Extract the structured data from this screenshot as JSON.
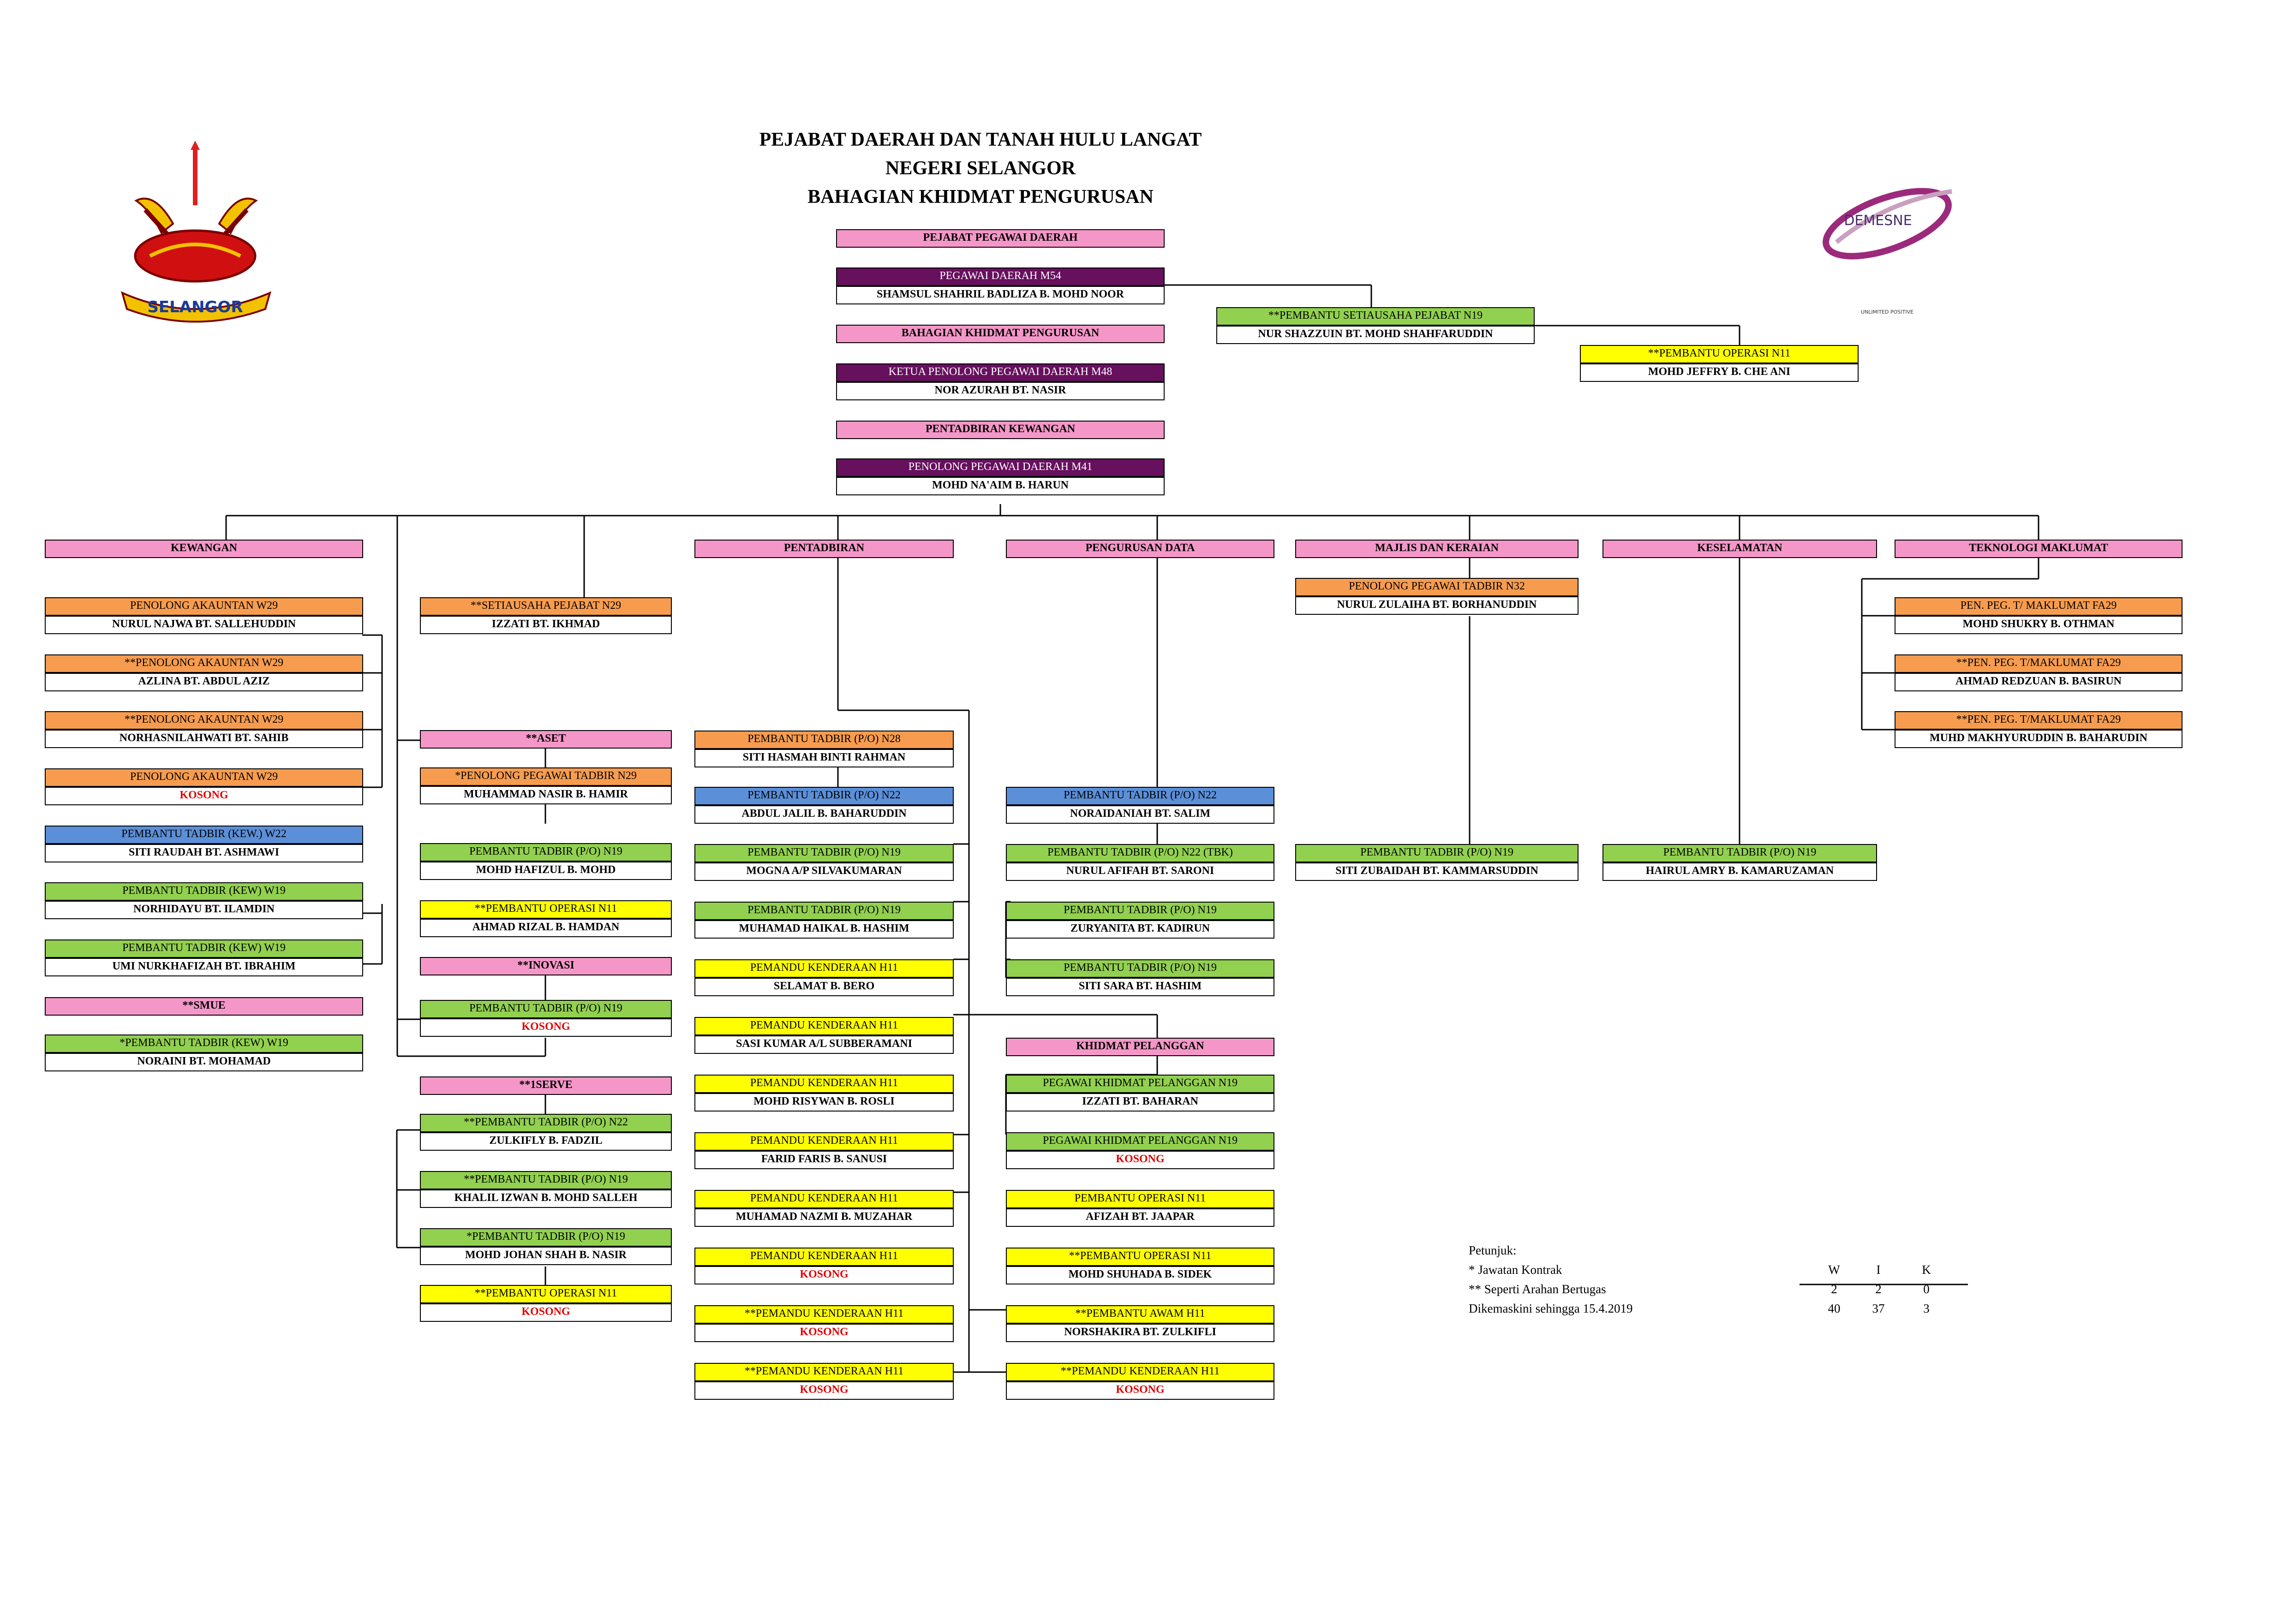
{
  "title": {
    "line1": "PEJABAT DAERAH DAN TANAH HULU LANGAT",
    "line2": "NEGERI SELANGOR",
    "line3": "BAHAGIAN KHIDMAT PENGURUSAN"
  },
  "logos": {
    "left": "SELANGOR",
    "right": "DEMESNE",
    "right_sub": "UNLIMITED POSITIVE"
  },
  "colors": {
    "pink": "#f497c8",
    "purple": "#67105e",
    "orange": "#f79c4f",
    "green": "#92d050",
    "yellow": "#ffff00",
    "blue": "#5b8fd8",
    "red": "#e00000"
  },
  "boxes": {
    "ppd": {
      "title": "PEJABAT PEGAWAI DAERAH"
    },
    "pd_m54": {
      "title": "PEGAWAI DAERAH M54",
      "name": "SHAMSUL SHAHRIL BADLIZA B. MOHD NOOR"
    },
    "bkp": {
      "title": "BAHAGIAN KHIDMAT PENGURUSAN"
    },
    "kppd_m48": {
      "title": "KETUA PENOLONG PEGAWAI DAERAH M48",
      "name": "NOR AZURAH  BT. NASIR"
    },
    "pk": {
      "title": "PENTADBIRAN KEWANGAN"
    },
    "ppd_m41": {
      "title": "PENOLONG PEGAWAI DAERAH M41",
      "name": "MOHD NA'AIM B.  HARUN"
    },
    "psp_n19": {
      "title": "**PEMBANTU SETIAUSAHA PEJABAT N19",
      "name": "NUR SHAZZUIN BT. MOHD SHAHFARUDDIN"
    },
    "po_n11_top": {
      "title": "**PEMBANTU OPERASI N11",
      "name": "MOHD JEFFRY B. CHE ANI"
    },
    "kewangan": {
      "title": "KEWANGAN"
    },
    "k1": {
      "title": "PENOLONG AKAUNTAN W29",
      "name": "NURUL NAJWA BT. SALLEHUDDIN"
    },
    "k2": {
      "title": "**PENOLONG AKAUNTAN W29",
      "name": "AZLINA BT. ABDUL AZIZ"
    },
    "k3": {
      "title": "**PENOLONG AKAUNTAN W29",
      "name": "NORHASNILAHWATI BT. SAHIB"
    },
    "k4": {
      "title": "PENOLONG AKAUNTAN W29",
      "name": "KOSONG"
    },
    "k5": {
      "title": "PEMBANTU TADBIR (KEW.) W22",
      "name": "SITI RAUDAH BT. ASHMAWI"
    },
    "k6": {
      "title": "PEMBANTU TADBIR (KEW) W19",
      "name": "NORHIDAYU BT. ILAMDIN"
    },
    "k7": {
      "title": "PEMBANTU TADBIR (KEW) W19",
      "name": "UMI NURKHAFIZAH BT. IBRAHIM"
    },
    "smue": {
      "title": "**SMUE"
    },
    "k8": {
      "title": "*PEMBANTU TADBIR (KEW) W19",
      "name": "NORAINI BT.  MOHAMAD"
    },
    "s1": {
      "title": "**SETIAUSAHA PEJABAT N29",
      "name": "IZZATI BT. IKHMAD"
    },
    "aset": {
      "title": "**ASET"
    },
    "a1": {
      "title": "*PENOLONG PEGAWAI TADBIR N29",
      "name": "MUHAMMAD NASIR B. HAMIR"
    },
    "a2": {
      "title": "PEMBANTU TADBIR (P/O) N19",
      "name": "MOHD HAFIZUL B. MOHD"
    },
    "a3": {
      "title": "**PEMBANTU OPERASI N11",
      "name": "AHMAD RIZAL B. HAMDAN"
    },
    "inovasi": {
      "title": "**INOVASI"
    },
    "i1": {
      "title": "PEMBANTU TADBIR (P/O) N19",
      "name": "KOSONG"
    },
    "serve": {
      "title": "**1SERVE"
    },
    "v1": {
      "title": "**PEMBANTU TADBIR (P/O) N22",
      "name": "ZULKIFLY B. FADZIL"
    },
    "v2": {
      "title": "**PEMBANTU TADBIR (P/O) N19",
      "name": "KHALIL IZWAN B. MOHD SALLEH"
    },
    "v3": {
      "title": "*PEMBANTU TADBIR (P/O) N19",
      "name": "MOHD JOHAN SHAH B. NASIR"
    },
    "v4": {
      "title": "**PEMBANTU OPERASI N11",
      "name": "KOSONG"
    },
    "pentadbiran": {
      "title": "PENTADBIRAN"
    },
    "p1": {
      "title": "PEMBANTU TADBIR (P/O) N28",
      "name": "SITI HASMAH BINTI RAHMAN"
    },
    "p2": {
      "title": "PEMBANTU TADBIR (P/O) N22",
      "name": "ABDUL JALIL B. BAHARUDDIN"
    },
    "p3": {
      "title": "PEMBANTU TADBIR (P/O) N19",
      "name": "MOGNA A/P SILVAKUMARAN"
    },
    "p4": {
      "title": "PEMBANTU TADBIR (P/O) N19",
      "name": "MUHAMAD HAIKAL B. HASHIM"
    },
    "p5": {
      "title": "PEMANDU KENDERAAN H11",
      "name": "SELAMAT B. BERO"
    },
    "p6": {
      "title": "PEMANDU KENDERAAN H11",
      "name": "SASI KUMAR A/L SUBBERAMANI"
    },
    "p7": {
      "title": "PEMANDU KENDERAAN H11",
      "name": "MOHD RISYWAN B. ROSLI"
    },
    "p8": {
      "title": "PEMANDU KENDERAAN H11",
      "name": "FARID FARIS B. SANUSI"
    },
    "p9": {
      "title": "PEMANDU KENDERAAN H11",
      "name": "MUHAMAD NAZMI B. MUZAHAR"
    },
    "p10": {
      "title": "PEMANDU KENDERAAN H11",
      "name": "KOSONG"
    },
    "p11": {
      "title": "**PEMANDU KENDERAAN H11",
      "name": "KOSONG"
    },
    "p12": {
      "title": "**PEMANDU KENDERAAN H11",
      "name": "KOSONG"
    },
    "pdata": {
      "title": "PENGURUSAN DATA"
    },
    "d1": {
      "title": "PEMBANTU TADBIR (P/O) N22",
      "name": "NORAIDANIAH BT. SALIM"
    },
    "d2": {
      "title": "PEMBANTU TADBIR (P/O) N22 (TBK)",
      "name": "NURUL AFIFAH BT. SARONI"
    },
    "d3": {
      "title": "PEMBANTU TADBIR (P/O) N19",
      "name": "ZURYANITA BT. KADIRUN"
    },
    "d4": {
      "title": "PEMBANTU TADBIR (P/O) N19",
      "name": "SITI SARA BT. HASHIM"
    },
    "kpel": {
      "title": "KHIDMAT PELANGGAN"
    },
    "c1": {
      "title": "PEGAWAI KHIDMAT PELANGGAN N19",
      "name": "IZZATI BT. BAHARAN"
    },
    "c2": {
      "title": "PEGAWAI KHIDMAT PELANGGAN N19",
      "name": "KOSONG"
    },
    "c3": {
      "title": "PEMBANTU OPERASI N11",
      "name": "AFIZAH  BT. JAAPAR"
    },
    "c4": {
      "title": "**PEMBANTU OPERASI N11",
      "name": "MOHD SHUHADA B. SIDEK"
    },
    "c5": {
      "title": "**PEMBANTU AWAM H11",
      "name": "NORSHAKIRA BT. ZULKIFLI"
    },
    "c6": {
      "title": "**PEMANDU KENDERAAN H11",
      "name": "KOSONG"
    },
    "majlis": {
      "title": "MAJLIS DAN KERAIAN"
    },
    "m1": {
      "title": "PENOLONG PEGAWAI TADBIR N32",
      "name": "NURUL ZULAIHA BT. BORHANUDDIN"
    },
    "m2": {
      "title": "PEMBANTU TADBIR (P/O) N19",
      "name": "SITI ZUBAIDAH BT. KAMMARSUDDIN"
    },
    "keselamatan": {
      "title": "KESELAMATAN"
    },
    "ks1": {
      "title": "PEMBANTU TADBIR (P/O) N19",
      "name": "HAIRUL AMRY B. KAMARUZAMAN"
    },
    "tm": {
      "title": "TEKNOLOGI MAKLUMAT"
    },
    "t1": {
      "title": "PEN. PEG. T/ MAKLUMAT FA29",
      "name": "MOHD SHUKRY B. OTHMAN"
    },
    "t2": {
      "title": "**PEN. PEG. T/MAKLUMAT FA29",
      "name": "AHMAD REDZUAN B. BASIRUN"
    },
    "t3": {
      "title": "**PEN. PEG. T/MAKLUMAT FA29",
      "name": "MUHD MAKHYURUDDIN B. BAHARUDIN"
    }
  },
  "legend": {
    "heading": "Petunjuk:",
    "line1": "* Jawatan Kontrak",
    "line2": "** Seperti Arahan Bertugas",
    "line3": "Dikemaskini sehingga 15.4.2019",
    "cols": [
      "W",
      "I",
      "K"
    ],
    "row1": [
      "2",
      "2",
      "0"
    ],
    "row2": [
      "40",
      "37",
      "3"
    ]
  }
}
